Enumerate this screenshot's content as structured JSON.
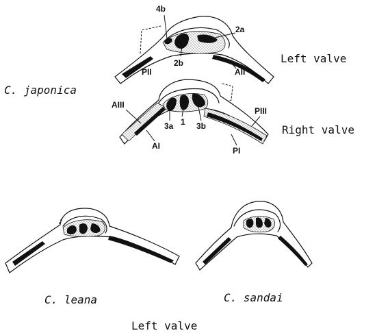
{
  "species": {
    "japonica": "C. japonica",
    "leana": "C. leana",
    "sandai": "C. sandai"
  },
  "valves": {
    "top_left_valve": "Left valve",
    "top_right_valve": "Right valve",
    "bottom_left_valve": "Left valve"
  },
  "labels": {
    "4b": "4b",
    "2a": "2a",
    "2b": "2b",
    "PII": "PII",
    "AII": "AII",
    "AIII": "AIII",
    "AI": "AI",
    "3a": "3a",
    "1": "1",
    "3b": "3b",
    "PIII": "PIII",
    "PI": "PI"
  }
}
